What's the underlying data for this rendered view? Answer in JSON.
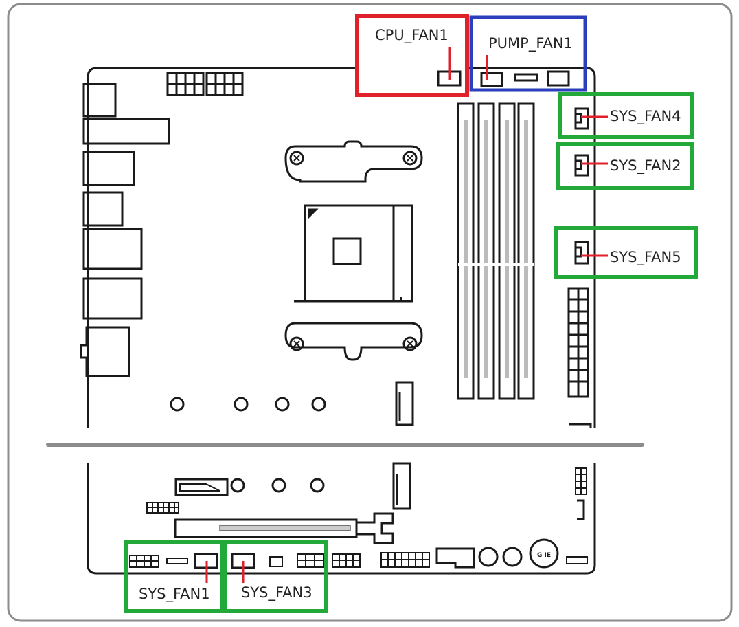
{
  "labels": {
    "cpu_fan1": "CPU_FAN1",
    "pump_fan1": "PUMP_FAN1",
    "sys_fan4": "SYS_FAN4",
    "sys_fan2": "SYS_FAN2",
    "sys_fan5": "SYS_FAN5",
    "sys_fan1": "SYS_FAN1",
    "sys_fan3": "SYS_FAN3",
    "genie": "G IE"
  },
  "colors": {
    "red": "#e0202a",
    "blue": "#2b3fbd",
    "green": "#23a83a",
    "line": "#1a1a1a",
    "gray": "#8c8c8c"
  }
}
